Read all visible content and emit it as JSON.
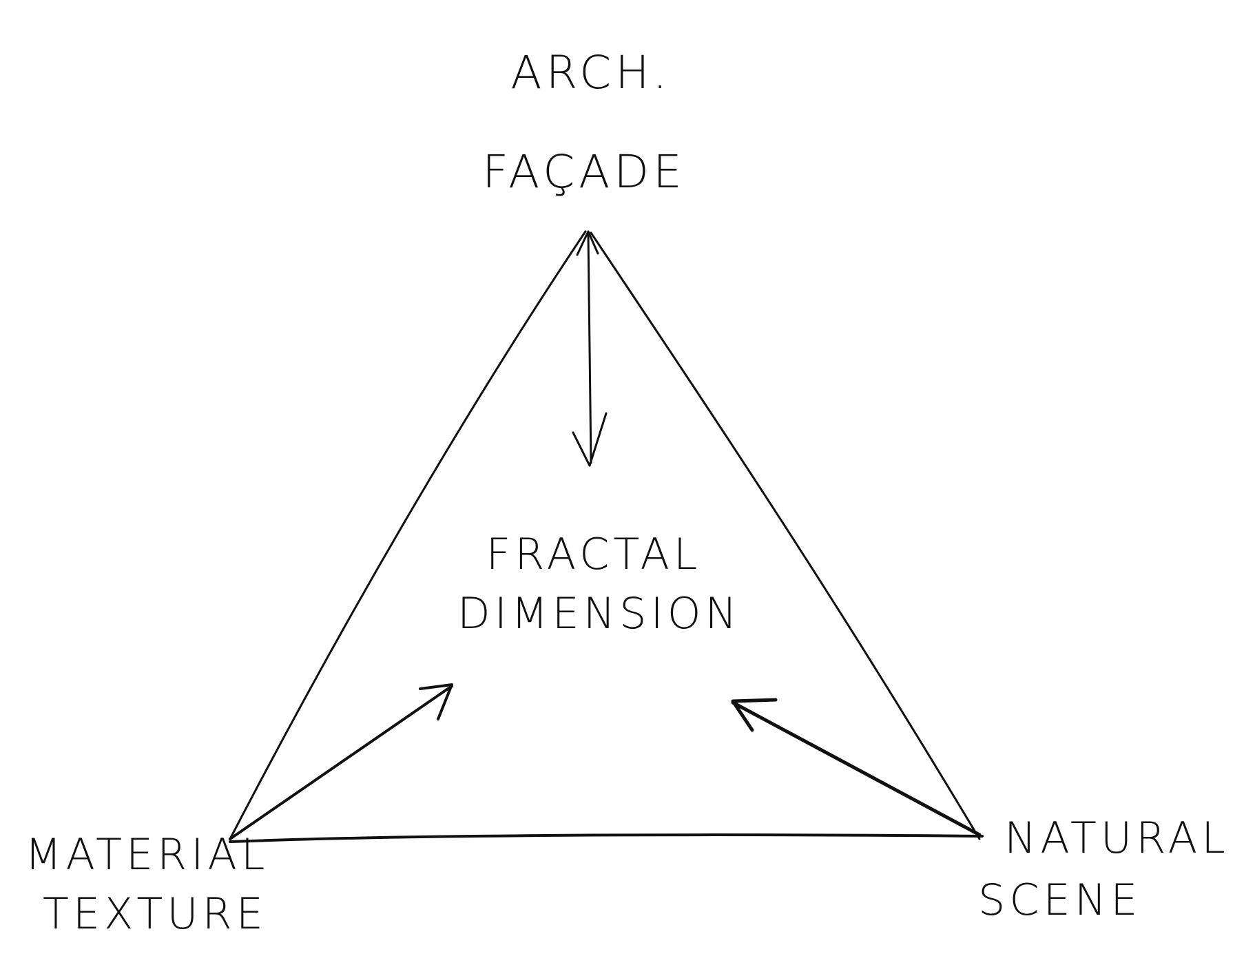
{
  "diagram": {
    "nodes": {
      "top": {
        "line1": "ARCH.",
        "line2": "FAÇADE"
      },
      "center": {
        "line1": "FRACTAL",
        "line2": "DIMENSION"
      },
      "left": {
        "line1": "MATERIAL",
        "line2": "TEXTURE"
      },
      "right": {
        "line1": "NATURAL",
        "line2": "SCENE"
      }
    },
    "edges": [
      {
        "from": "top",
        "to": "left",
        "kind": "line"
      },
      {
        "from": "top",
        "to": "right",
        "kind": "line"
      },
      {
        "from": "left",
        "to": "right",
        "kind": "line"
      },
      {
        "from": "top",
        "to": "center",
        "kind": "arrow"
      },
      {
        "from": "left",
        "to": "center",
        "kind": "arrow"
      },
      {
        "from": "right",
        "to": "center",
        "kind": "arrow"
      }
    ],
    "ink_color": "#111111",
    "background_color": "#ffffff"
  }
}
